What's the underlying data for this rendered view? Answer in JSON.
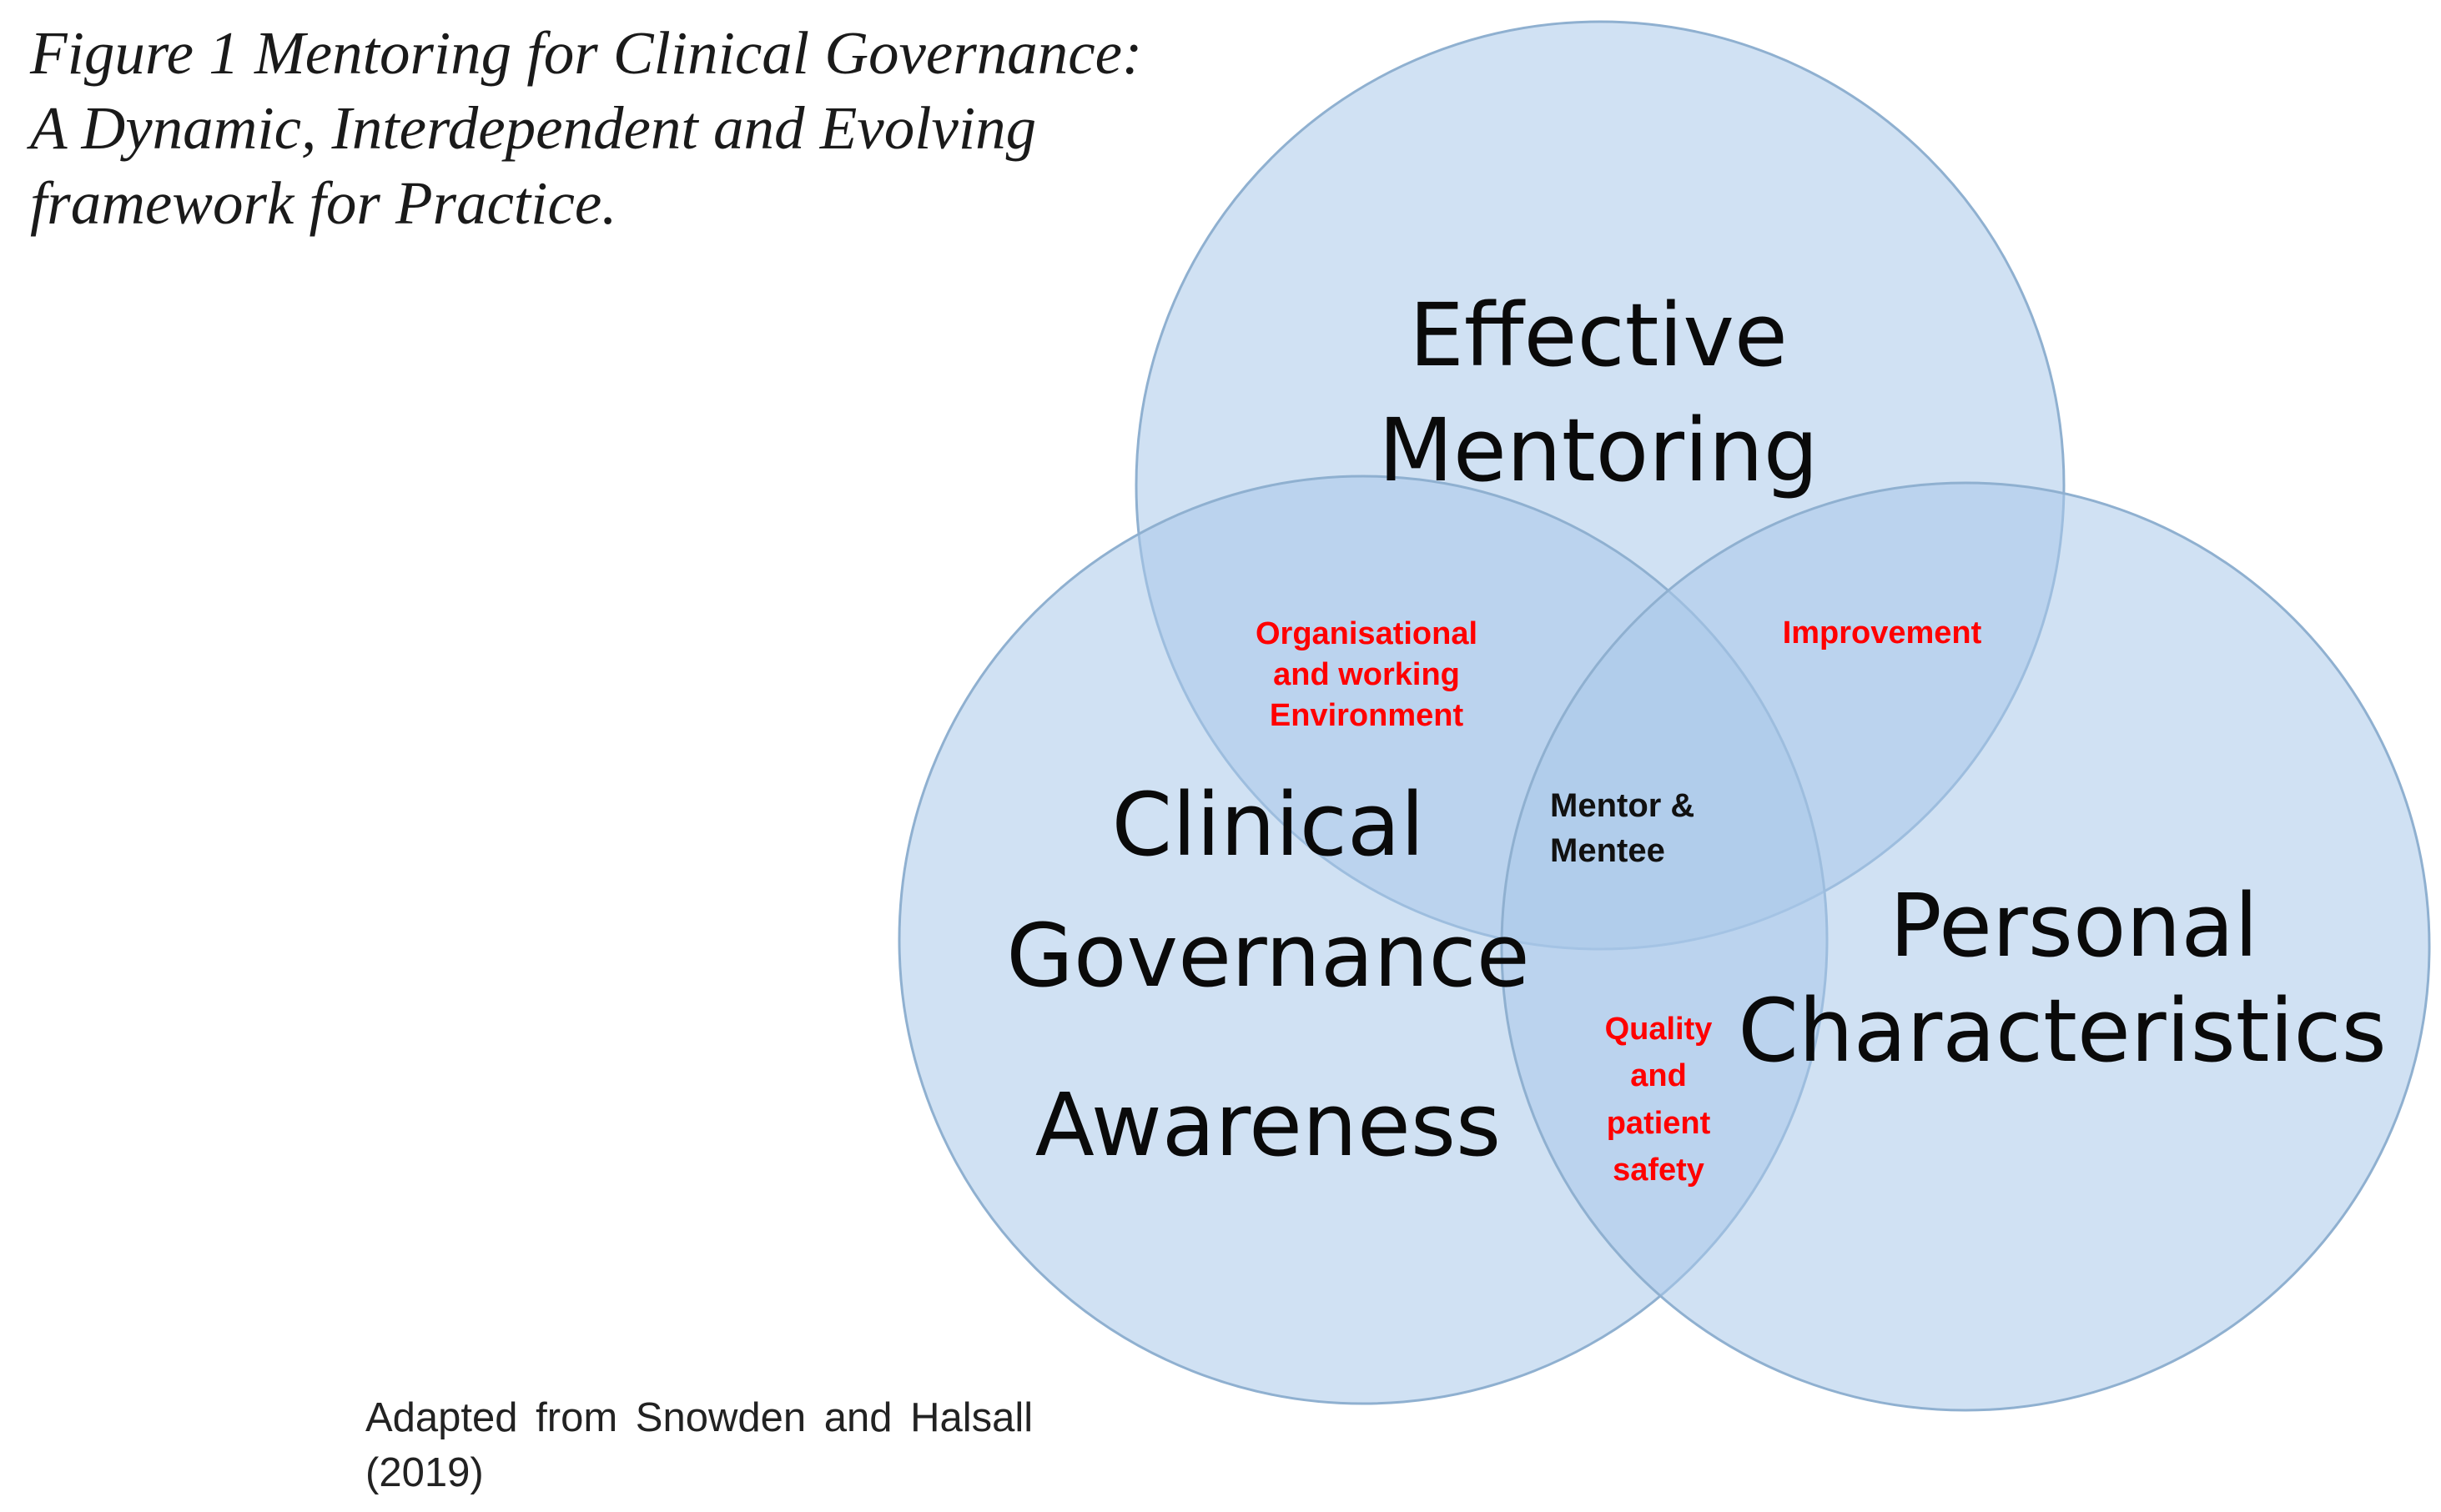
{
  "figure": {
    "title_lines": [
      "Figure 1 Mentoring for Clinical Governance:",
      "A Dynamic, Interdependent and Evolving",
      "framework for Practice."
    ],
    "source_lines": [
      "Adapted from Snowden and Halsall",
      "(2019)"
    ]
  },
  "venn": {
    "circles": {
      "effective_mentoring": {
        "label_lines": [
          "Effective",
          "Mentoring"
        ]
      },
      "clinical_governance": {
        "label_lines": [
          "Clinical",
          "Governance",
          "Awareness"
        ]
      },
      "personal_characteristics": {
        "label_lines": [
          "Personal",
          "Characteristics"
        ]
      }
    },
    "overlaps": {
      "mentoring_governance": [
        "Organisational",
        "and working",
        "Environment"
      ],
      "mentoring_personal": [
        "Improvement"
      ],
      "governance_personal": [
        "Quality",
        "and",
        "patient",
        "safety"
      ],
      "all_three": [
        "Mentor &",
        "Mentee"
      ]
    },
    "colors": {
      "circle_fill": "#a9c9e9",
      "circle_stroke": "#8fb0d0",
      "overlap_text": "#ff0000",
      "label_text": "#0a0a0a"
    }
  }
}
